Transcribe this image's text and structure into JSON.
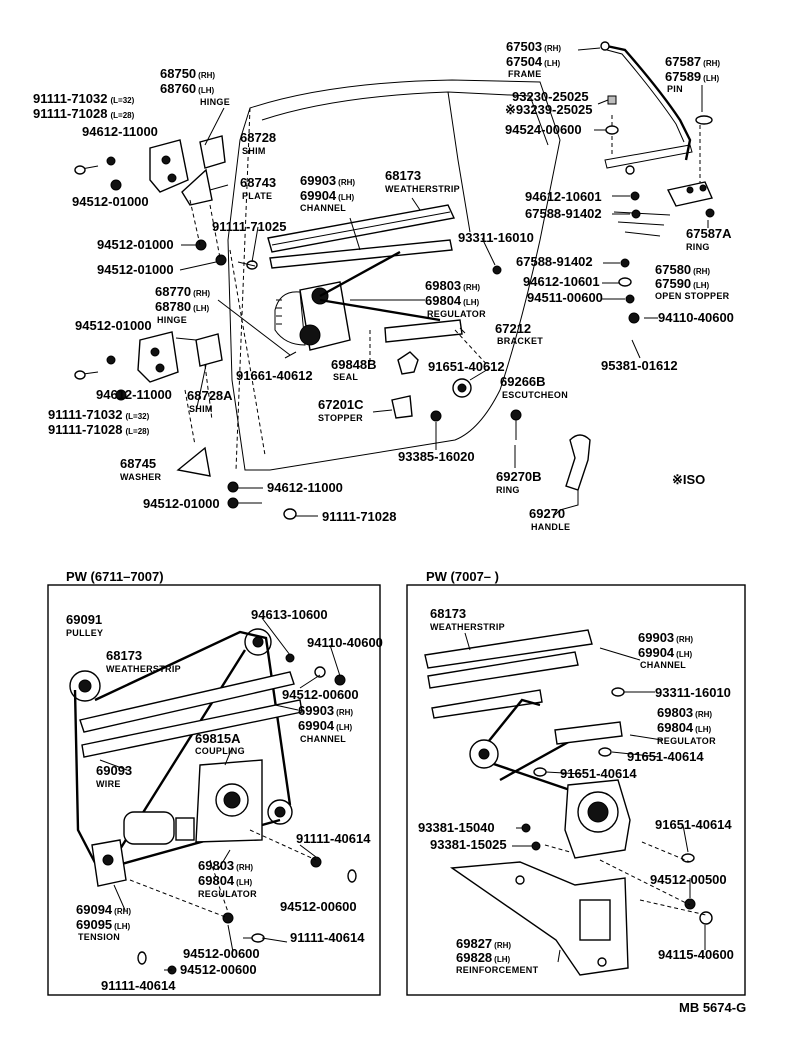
{
  "labels": {
    "p67503": "67503",
    "p67503s": "(RH)",
    "p67504": "67504",
    "p67504s": "(LH)",
    "frame": "FRAME",
    "p67587": "67587",
    "p67587s": "(RH)",
    "p67589": "67589",
    "p67589s": "(LH)",
    "pin": "PIN",
    "p93230": "93230-25025",
    "p93239": "※93239-25025",
    "p94524": "94524-00600",
    "p94612b": "94612-10601",
    "p67588a": "67588-91402",
    "p67587a": "67587A",
    "ring1": "RING",
    "p67588b": "67588-91402",
    "p94612c": "94612-10601",
    "p94511": "94511-00600",
    "p67580": "67580",
    "p67580s": "(RH)",
    "p67590": "67590",
    "p67590s": "(LH)",
    "open_stopper": "OPEN STOPPER",
    "p94110": "94110-40600",
    "p95381": "95381-01612",
    "p68750": "68750",
    "p68750s": "(RH)",
    "p68760": "68760",
    "p68760s": "(LH)",
    "hinge1": "HINGE",
    "p91111a": "91111-71032",
    "p91111as": "(L=32)",
    "p91111b": "91111-71028",
    "p91111bs": "(L=28)",
    "p94612a": "94612-11000",
    "p94512a": "94512-01000",
    "p68728": "68728",
    "shim1": "SHIM",
    "p68743": "68743",
    "plate": "PLATE",
    "p69903": "69903",
    "p69903s": "(RH)",
    "p69904": "69904",
    "p69904s": "(LH)",
    "channel1": "CHANNEL",
    "p68173": "68173",
    "weatherstrip1": "WEATHERSTRIP",
    "p93311": "93311-16010",
    "p91111c": "91111-71025",
    "p94512b": "94512-01000",
    "p94512c": "94512-01000",
    "p68770": "68770",
    "p68770s": "(RH)",
    "p68780": "68780",
    "p68780s": "(LH)",
    "hinge2": "HINGE",
    "p69803": "69803",
    "p69803s": "(RH)",
    "p69804": "69804",
    "p69804s": "(LH)",
    "regulator1": "REGULATOR",
    "p67212": "67212",
    "bracket": "BRACKET",
    "p94512d": "94512-01000",
    "p94612d": "94612-11000",
    "p91111d": "91111-71032",
    "p91111ds": "(L=32)",
    "p91111e": "91111-71028",
    "p91111es": "(L=28)",
    "p68728a": "68728A",
    "shim2": "SHIM",
    "p91661": "91661-40612",
    "p69848b": "69848B",
    "seal": "SEAL",
    "p91651a": "91651-40612",
    "p69266b": "69266B",
    "escutcheon": "ESCUTCHEON",
    "p67201c": "67201C",
    "stopper": "STOPPER",
    "p93385": "93385-16020",
    "p68745": "68745",
    "washer": "WASHER",
    "p94612e": "94612-11000",
    "p94512e": "94512-01000",
    "p91111f": "91111-71028",
    "p69270b": "69270B",
    "ring2": "RING",
    "p69270": "69270",
    "handle": "HANDLE",
    "iso": "※ISO"
  },
  "left_panel": {
    "title": "PW (6711–7007)",
    "p69091": "69091",
    "pulley": "PULLEY",
    "p68173": "68173",
    "weatherstrip": "WEATHERSTRIP",
    "p94613": "94613-10600",
    "p94110": "94110-40600",
    "p94512a": "94512-00600",
    "p69903": "69903",
    "p69903s": "(RH)",
    "p69904": "69904",
    "p69904s": "(LH)",
    "channel": "CHANNEL",
    "p69815a": "69815A",
    "coupling": "COUPLING",
    "p69093": "69093",
    "wire": "WIRE",
    "p91111a": "91111-40614",
    "p69803": "69803",
    "p69803s": "(RH)",
    "p69804": "69804",
    "p69804s": "(LH)",
    "regulator": "REGULATOR",
    "p94512b": "94512-00600",
    "p69094": "69094",
    "p69094s": "(RH)",
    "p69095": "69095",
    "p69095s": "(LH)",
    "tension": "TENSION",
    "p94512c": "94512-00600",
    "p91111b": "91111-40614",
    "p94512d": "94512-00600",
    "p91111c": "91111-40614"
  },
  "right_panel": {
    "title": "PW (7007–          )",
    "p68173": "68173",
    "weatherstrip": "WEATHERSTRIP",
    "p69903": "69903",
    "p69903s": "(RH)",
    "p69904": "69904",
    "p69904s": "(LH)",
    "channel": "CHANNEL",
    "p93311": "93311-16010",
    "p69803": "69803",
    "p69803s": "(RH)",
    "p69804": "69804",
    "p69804s": "(LH)",
    "regulator": "REGULATOR",
    "p91651a": "91651-40614",
    "p91651b": "91651-40614",
    "p93381a": "93381-15040",
    "p91651c": "91651-40614",
    "p93381b": "93381-15025",
    "p94512": "94512-00500",
    "p69827": "69827",
    "p69827s": "(RH)",
    "p69828": "69828",
    "p69828s": "(LH)",
    "reinforcement": "REINFORCEMENT",
    "p94115": "94115-40600"
  },
  "footer_code": "MB 5674-G"
}
